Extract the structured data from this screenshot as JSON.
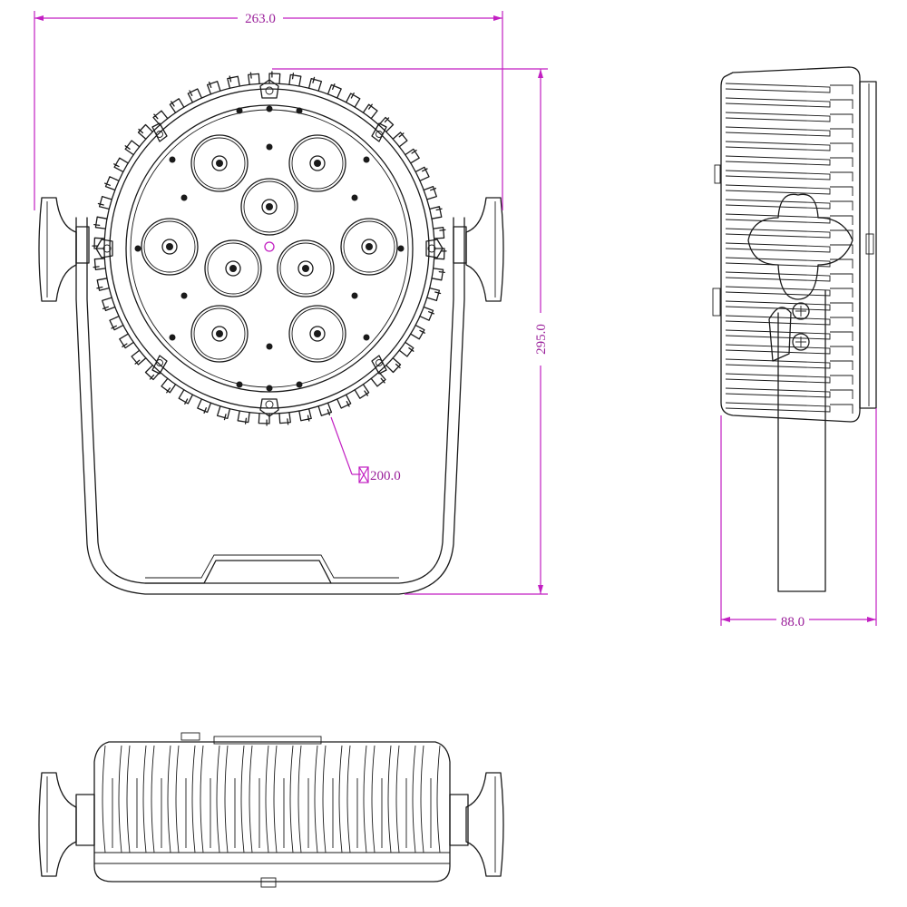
{
  "dimensions": {
    "width": "263.0",
    "height": "295.0",
    "front_diameter": "200.0",
    "depth": "88.0"
  },
  "colors": {
    "line": "#1a1a1a",
    "dimension": "#c21fc2",
    "background": "#ffffff"
  },
  "led_count": 9
}
